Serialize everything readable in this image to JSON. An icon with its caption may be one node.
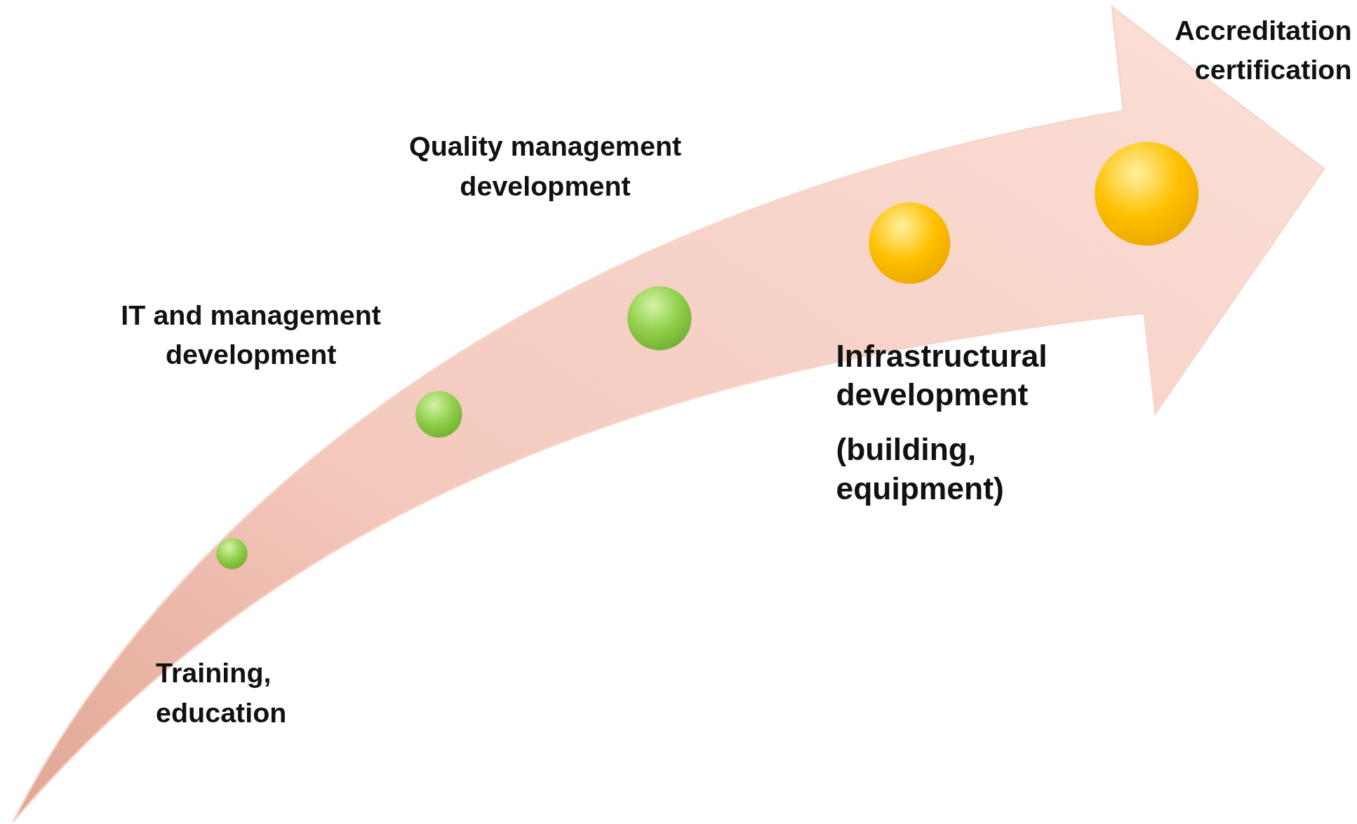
{
  "diagram": {
    "nodes": [
      {
        "text": [],
        "shape": "circle"
      },
      {
        "text": [],
        "shape": "circle"
      },
      {
        "text": [],
        "shape": "circle"
      },
      {
        "text": [],
        "shape": "circle"
      },
      {
        "text": [],
        "shape": "circle"
      }
    ],
    "labels": [
      "Accreditation certification",
      "Quality management development",
      "IT and management development",
      "Infrastructural development",
      "(building, equipment)",
      "Training, education"
    ]
  }
}
